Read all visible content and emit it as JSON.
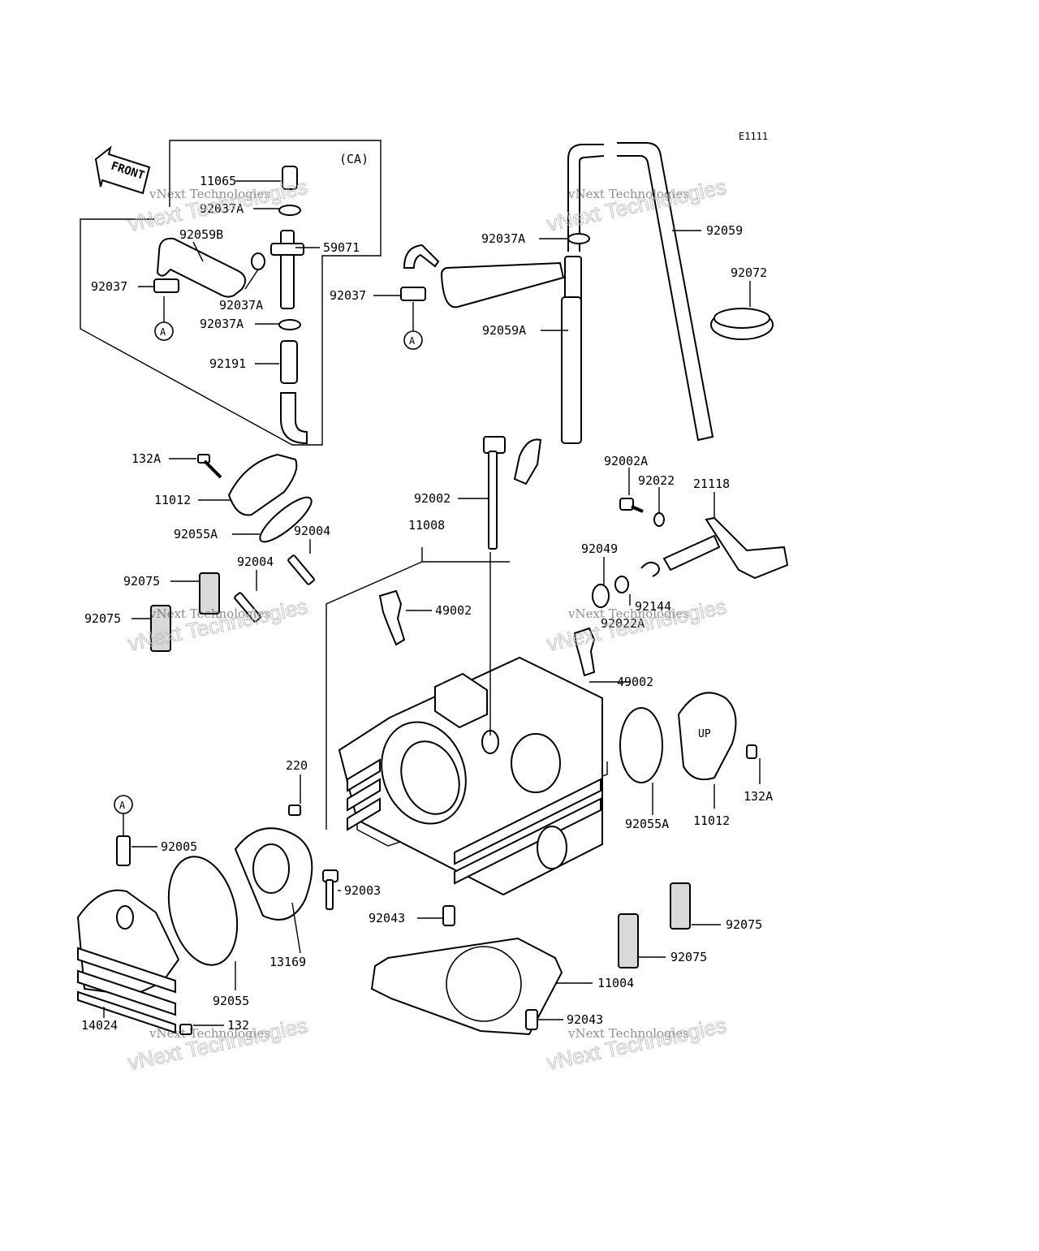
{
  "diagram": {
    "code": "E1111",
    "front_label": "FRONT",
    "ca_label": "(CA)",
    "watermark_line1": "vNext Technologies",
    "watermark_line2": "vNext Technologies",
    "callouts": [
      "11065",
      "92037A",
      "92059B",
      "59071",
      "92037",
      "92037A",
      "92037A",
      "92191",
      "92037A",
      "92059",
      "92037",
      "92072",
      "92059A",
      "132A",
      "11012",
      "92055A",
      "92002",
      "11008",
      "92002A",
      "92022",
      "21118",
      "92004",
      "92004",
      "92075",
      "92075",
      "49002",
      "92049",
      "92144",
      "92022A",
      "49002",
      "132A",
      "92055A",
      "11012",
      "220",
      "92005",
      "92003",
      "92043",
      "92075",
      "92075",
      "13169",
      "92055",
      "11004",
      "14024",
      "132",
      "92043"
    ],
    "connector_a": "A"
  }
}
